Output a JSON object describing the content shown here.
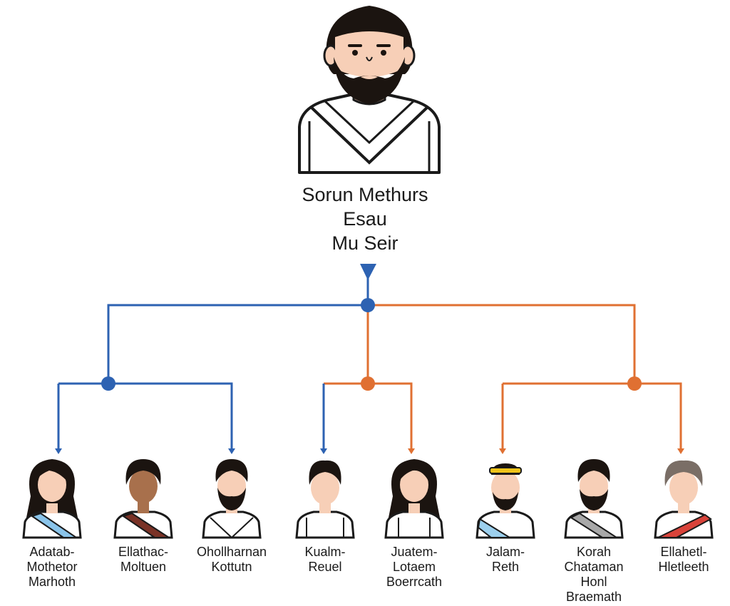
{
  "root": {
    "lines": [
      "Sorun Methurs",
      "Esau",
      "Mu Seir"
    ]
  },
  "colors": {
    "blue": "#2d62b2",
    "orange": "#e07032",
    "outline": "#1a1a1a",
    "skin": "#f7cfb7",
    "hair": "#1b1410",
    "robe": "#ffffff"
  },
  "children": [
    {
      "lines": [
        "Adatab-",
        "Mothetor",
        "Marhoth"
      ],
      "icon": "woman-long-hair-icon",
      "sash": "#8ac4ea"
    },
    {
      "lines": [
        "Ellathac-",
        "Moltuen"
      ],
      "icon": "man-dark-skin-icon",
      "sash": "#7a3226"
    },
    {
      "lines": [
        "Ohollharnan",
        "Kottutn"
      ],
      "icon": "bearded-man-icon",
      "sash": "#f3efe6"
    },
    {
      "lines": [
        "Kualm-",
        "Reuel"
      ],
      "icon": "man-icon",
      "sash": "#ffffff"
    },
    {
      "lines": [
        "Juatem-",
        "Lotaem",
        "Boerrcath"
      ],
      "icon": "woman-long-hair-icon",
      "sash": "#ffffff"
    },
    {
      "lines": [
        "Jalam-",
        "Reth"
      ],
      "icon": "crowned-man-icon",
      "sash": "#9cd0ee"
    },
    {
      "lines": [
        "Korah",
        "Chataman",
        "Honl",
        "Braemath"
      ],
      "icon": "bearded-man-icon",
      "sash": "#a8a8a8"
    },
    {
      "lines": [
        "Ellahetl-",
        "Hletleeth"
      ],
      "icon": "man-gray-hair-icon",
      "sash": "#d9433a"
    }
  ]
}
